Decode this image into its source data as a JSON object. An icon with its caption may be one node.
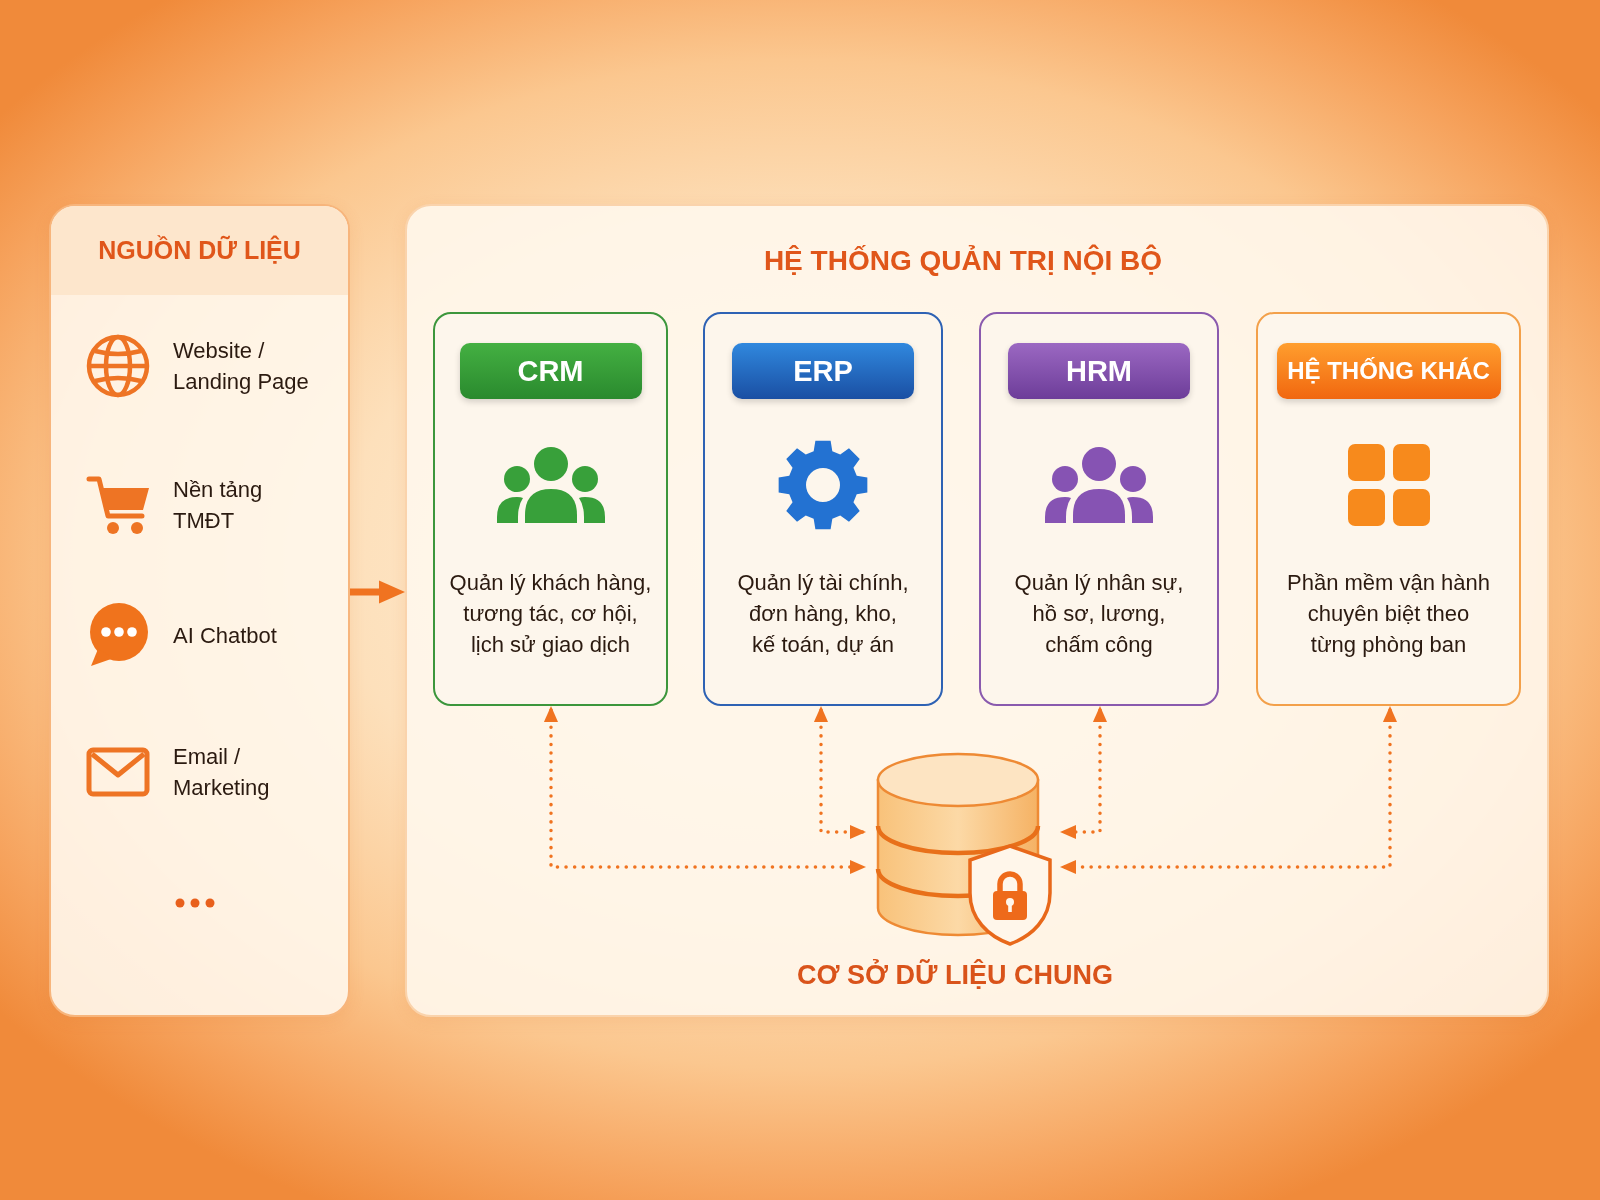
{
  "diagram": {
    "nodes": [
      {
        "text": [
          "NGUỒN DỮ LIỆU",
          "Website / Landing Page",
          "Nền tảng TMĐT",
          "AI Chatbot",
          "Email / Marketing"
        ]
      },
      {
        "text": [
          "HỆ THỐNG QUẢN TRỊ NỘI BỘ"
        ]
      },
      {
        "text": [
          "CRM",
          "Quản lý khách hàng, tương tác, cơ hội, lịch sử giao dịch"
        ],
        "in": 1
      },
      {
        "text": [
          "ERP",
          "Quản lý tài chính, đơn hàng, kho, kế toán, dự án"
        ],
        "in": 1
      },
      {
        "text": [
          "HRM",
          "Quản lý nhân sự, hồ sơ, lương, chấm công"
        ],
        "in": 1
      },
      {
        "text": [
          "HỆ THỐNG KHÁC",
          "Phần mềm vận hành chuyên biệt theo từng phòng ban"
        ],
        "in": 1
      },
      {
        "text": [
          "CƠ SỞ DỮ LIỆU CHUNG"
        ],
        "in": 1
      }
    ],
    "edges": [
      {
        "from": 0,
        "to": 1,
        "arrow": "to"
      },
      {
        "from": 2,
        "to": 6,
        "arrow": "both",
        "style": "dashed"
      },
      {
        "from": 3,
        "to": 6,
        "arrow": "both",
        "style": "dashed"
      },
      {
        "from": 4,
        "to": 6,
        "arrow": "both",
        "style": "dashed"
      },
      {
        "from": 5,
        "to": 6,
        "arrow": "both",
        "style": "dashed"
      }
    ]
  }
}
